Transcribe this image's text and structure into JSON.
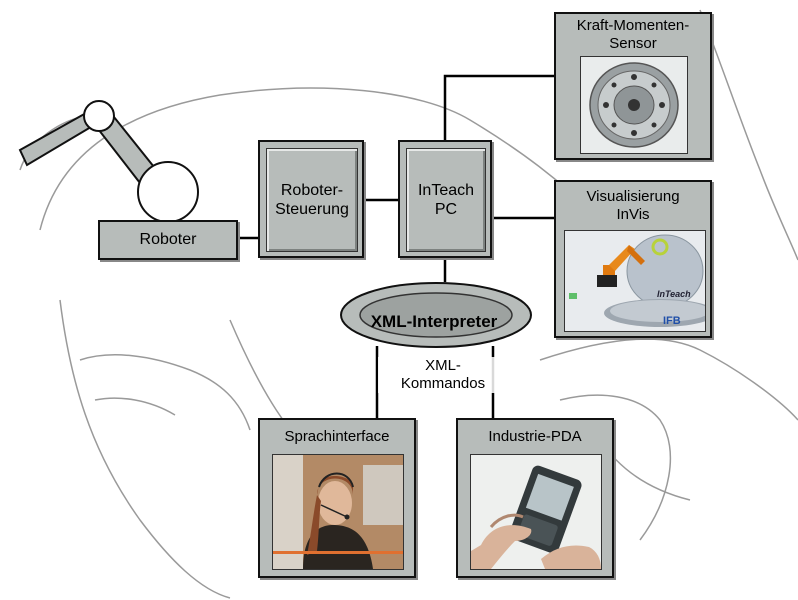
{
  "nodes": {
    "robot": {
      "label": "Roboter"
    },
    "robot_control": {
      "label": "Roboter-\nSteuerung"
    },
    "inteach_pc": {
      "label": "InTeach\nPC"
    },
    "force_sensor": {
      "label": "Kraft-Momenten-\nSensor"
    },
    "visualization": {
      "label": "Visualisierung\nInVis"
    },
    "xml_interpreter": {
      "label": "XML-Interpreter"
    },
    "speech_interface": {
      "label": "Sprachinterface"
    },
    "industrial_pda": {
      "label": "Industrie-PDA"
    }
  },
  "edge_labels": {
    "xml_commands": "XML-\nKommandos"
  },
  "visualization_screen": {
    "logo": "IFB",
    "brand": "InTeach"
  }
}
